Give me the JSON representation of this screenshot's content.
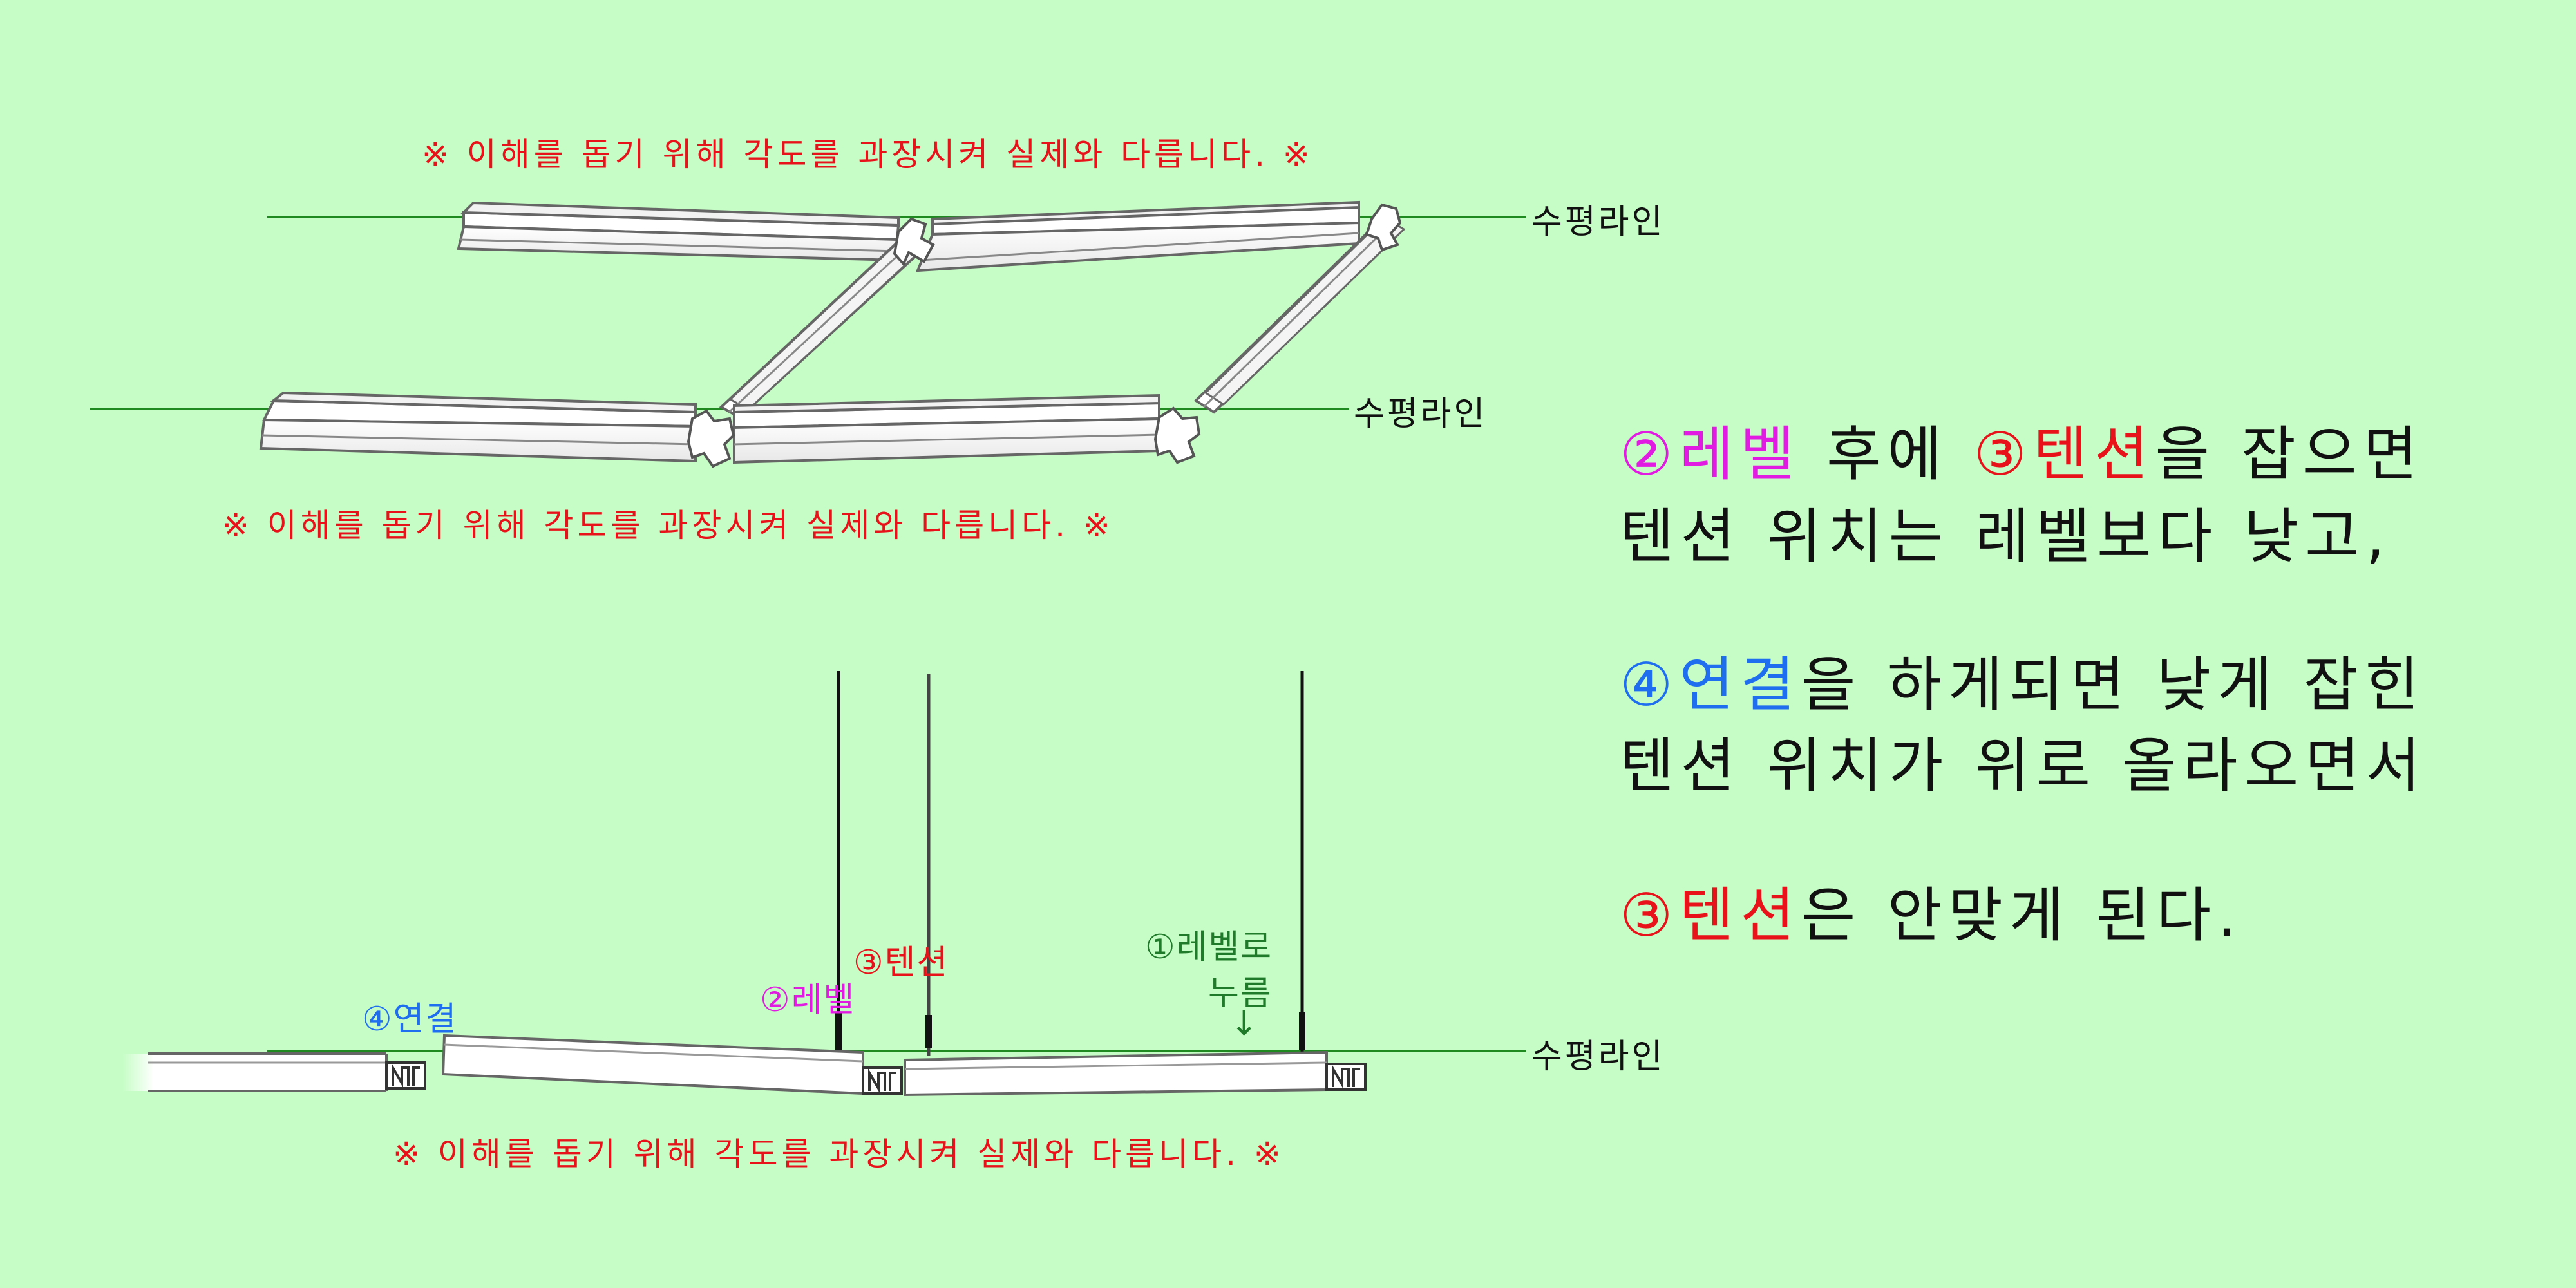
{
  "notes": {
    "top": "※ 이해를 돕기 위해 각도를 과장시켜 실제와 다릅니다. ※",
    "middle": "※ 이해를 돕기 위해 각도를 과장시켜 실제와 다릅니다. ※",
    "bottom": "※ 이해를 돕기 위해 각도를 과장시켜 실제와 다릅니다. ※"
  },
  "horizontal_line_labels": [
    "수평라인",
    "수평라인",
    "수평라인"
  ],
  "bottom_labels": {
    "connect": "④연결",
    "level": "②레벨",
    "tension": "③텐션",
    "press_line1": "①레벨로",
    "press_line2": "누름",
    "arrow": "↓"
  },
  "explanation": {
    "p1_line1": {
      "a": "②레벨",
      "b": " 후에 ",
      "c": "③텐션",
      "d": "을 잡으면"
    },
    "p1_line2": "텐션 위치는 레벨보다 낮고,",
    "p2_line1": {
      "a": "④연결",
      "b": "을 하게되면 낮게 잡힌"
    },
    "p2_line2": "텐션 위치가 위로 올라오면서",
    "p3_line1": {
      "a": "③텐션",
      "b": "은 안맞게 된다."
    }
  },
  "colors": {
    "background": "#c6fdc6",
    "horizontal_line": "#1f8a1f",
    "note": "#e8131a",
    "level": "#e11be1",
    "tension": "#e8131a",
    "connect": "#1f6ef0",
    "press": "#1f7a2a"
  }
}
